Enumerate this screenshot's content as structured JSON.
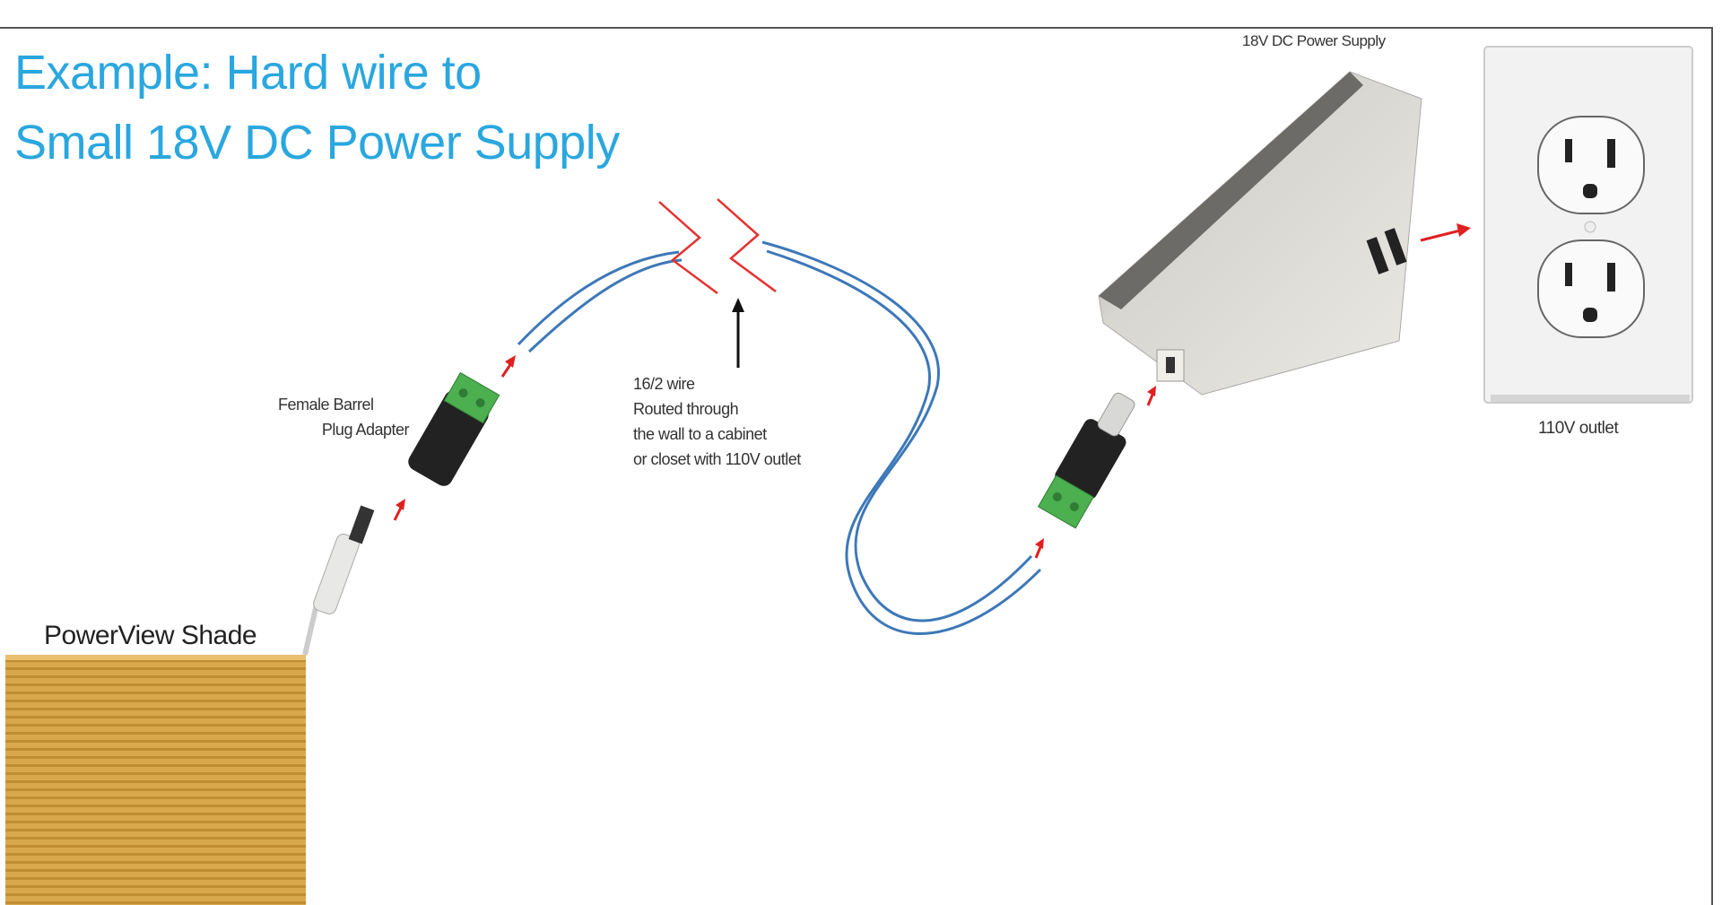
{
  "title": {
    "line1": "Example: Hard wire to",
    "line2": "Small 18V DC Power Supply"
  },
  "labels": {
    "power_supply": "18V DC Power Supply",
    "outlet": "110V outlet",
    "wire_note": [
      "16/2 wire",
      "Routed through",
      "the wall to a cabinet",
      "or closet with 110V outlet"
    ],
    "female_adapter": [
      "Female Barrel",
      "Plug Adapter"
    ],
    "shade": "PowerView Shade"
  },
  "colors": {
    "title": "#2aa7df",
    "wire": "#3d78b8",
    "arrow": "#e02020",
    "shade": "#d8a648",
    "terminal": "#4caf50"
  }
}
